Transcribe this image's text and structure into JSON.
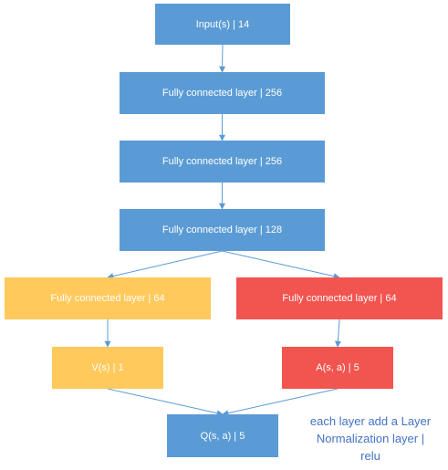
{
  "colors": {
    "blue": "#5b9bd5",
    "yellow": "#ffc95c",
    "red": "#f25450",
    "edge": "#5b9bd5",
    "note": "#4472c4"
  },
  "nodes": {
    "input": "Input(s) | 14",
    "fc1": "Fully connected layer | 256",
    "fc2": "Fully connected layer | 256",
    "fc3": "Fully connected layer | 128",
    "fc_v": "Fully connected layer | 64",
    "fc_a": "Fully connected layer | 64",
    "v": "V(s) | 1",
    "a": "A(s, a) | 5",
    "q": "Q(s, a) | 5"
  },
  "edges": [
    [
      "input",
      "fc1"
    ],
    [
      "fc1",
      "fc2"
    ],
    [
      "fc2",
      "fc3"
    ],
    [
      "fc3",
      "fc_v"
    ],
    [
      "fc3",
      "fc_a"
    ],
    [
      "fc_v",
      "v"
    ],
    [
      "fc_a",
      "a"
    ],
    [
      "v",
      "q"
    ],
    [
      "a",
      "q"
    ]
  ],
  "note": {
    "line1": "each layer add a Layer",
    "line2": "Normalization layer |",
    "line3": "relu"
  }
}
